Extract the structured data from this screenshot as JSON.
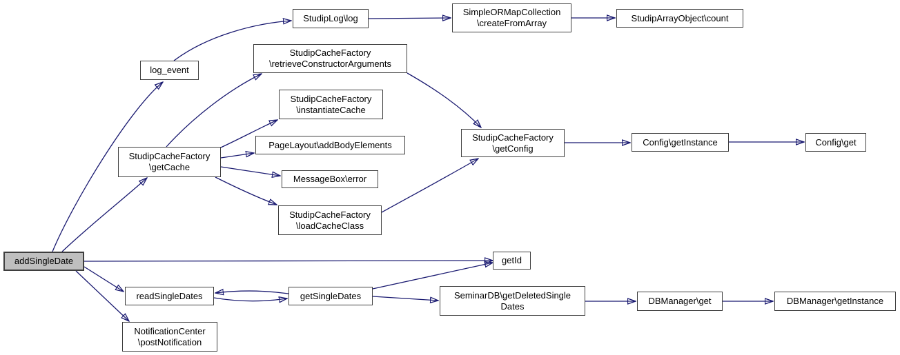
{
  "diagram": {
    "kind": "call-graph",
    "focus_node": "addSingleDate",
    "colors": {
      "edge": "#191970",
      "node_border": "#3e3e3e",
      "node_fill": "#ffffff",
      "focus_node_fill": "#bfbfbf",
      "background": "#ffffff",
      "text": "#000000"
    }
  },
  "nodes": {
    "addSingleDate": {
      "lines": [
        "addSingleDate"
      ]
    },
    "logEvent": {
      "lines": [
        "log_event"
      ]
    },
    "studipLog": {
      "lines": [
        "StudipLog\\log"
      ]
    },
    "createFromArray": {
      "lines": [
        "SimpleORMapCollection",
        "\\createFromArray"
      ]
    },
    "arrayCount": {
      "lines": [
        "StudipArrayObject\\count"
      ]
    },
    "retrieveArgs": {
      "lines": [
        "StudipCacheFactory",
        "\\retrieveConstructorArguments"
      ]
    },
    "instantiateCache": {
      "lines": [
        "StudipCacheFactory",
        "\\instantiateCache"
      ]
    },
    "addBodyElements": {
      "lines": [
        "PageLayout\\addBodyElements"
      ]
    },
    "getCache": {
      "lines": [
        "StudipCacheFactory",
        "\\getCache"
      ]
    },
    "messageBoxError": {
      "lines": [
        "MessageBox\\error"
      ]
    },
    "loadCacheClass": {
      "lines": [
        "StudipCacheFactory",
        "\\loadCacheClass"
      ]
    },
    "getConfig": {
      "lines": [
        "StudipCacheFactory",
        "\\getConfig"
      ]
    },
    "configGetInstance": {
      "lines": [
        "Config\\getInstance"
      ]
    },
    "configGet": {
      "lines": [
        "Config\\get"
      ]
    },
    "getId": {
      "lines": [
        "getId"
      ]
    },
    "readSingleDates": {
      "lines": [
        "readSingleDates"
      ]
    },
    "getSingleDates": {
      "lines": [
        "getSingleDates"
      ]
    },
    "getDeletedSingleDates": {
      "lines": [
        "SeminarDB\\getDeletedSingle",
        "Dates"
      ]
    },
    "dbGet": {
      "lines": [
        "DBManager\\get"
      ]
    },
    "dbGetInstance": {
      "lines": [
        "DBManager\\getInstance"
      ]
    },
    "postNotification": {
      "lines": [
        "NotificationCenter",
        "\\postNotification"
      ]
    }
  },
  "edges": [
    {
      "from": "addSingleDate",
      "to": "log_event"
    },
    {
      "from": "addSingleDate",
      "to": "StudipCacheFactory\\getCache"
    },
    {
      "from": "addSingleDate",
      "to": "getId"
    },
    {
      "from": "addSingleDate",
      "to": "readSingleDates"
    },
    {
      "from": "addSingleDate",
      "to": "NotificationCenter\\postNotification"
    },
    {
      "from": "log_event",
      "to": "StudipLog\\log"
    },
    {
      "from": "StudipLog\\log",
      "to": "SimpleORMapCollection\\createFromArray"
    },
    {
      "from": "SimpleORMapCollection\\createFromArray",
      "to": "StudipArrayObject\\count"
    },
    {
      "from": "StudipCacheFactory\\getCache",
      "to": "StudipCacheFactory\\retrieveConstructorArguments"
    },
    {
      "from": "StudipCacheFactory\\getCache",
      "to": "StudipCacheFactory\\instantiateCache"
    },
    {
      "from": "StudipCacheFactory\\getCache",
      "to": "PageLayout\\addBodyElements"
    },
    {
      "from": "StudipCacheFactory\\getCache",
      "to": "MessageBox\\error"
    },
    {
      "from": "StudipCacheFactory\\getCache",
      "to": "StudipCacheFactory\\loadCacheClass"
    },
    {
      "from": "StudipCacheFactory\\retrieveConstructorArguments",
      "to": "StudipCacheFactory\\getConfig"
    },
    {
      "from": "StudipCacheFactory\\loadCacheClass",
      "to": "StudipCacheFactory\\getConfig"
    },
    {
      "from": "StudipCacheFactory\\getConfig",
      "to": "Config\\getInstance"
    },
    {
      "from": "Config\\getInstance",
      "to": "Config\\get"
    },
    {
      "from": "readSingleDates",
      "to": "getSingleDates"
    },
    {
      "from": "getSingleDates",
      "to": "readSingleDates"
    },
    {
      "from": "getSingleDates",
      "to": "getId"
    },
    {
      "from": "getSingleDates",
      "to": "SeminarDB\\getDeletedSingleDates"
    },
    {
      "from": "SeminarDB\\getDeletedSingleDates",
      "to": "DBManager\\get"
    },
    {
      "from": "DBManager\\get",
      "to": "DBManager\\getInstance"
    }
  ]
}
